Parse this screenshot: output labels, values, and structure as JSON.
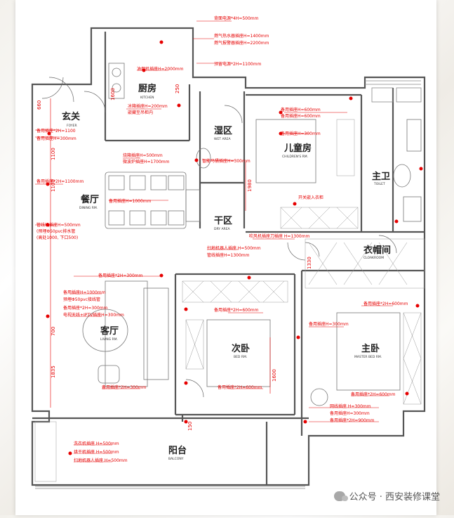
{
  "rooms": {
    "foyer": {
      "cn": "玄关",
      "en": "FOYER"
    },
    "kitchen": {
      "cn": "厨房",
      "en": "KITCHEN"
    },
    "wet": {
      "cn": "湿区",
      "en": "WET AREA"
    },
    "children": {
      "cn": "儿童房",
      "en": "CHILDREN'S RM."
    },
    "toilet": {
      "cn": "主卫",
      "en": "TOILET"
    },
    "dining": {
      "cn": "餐厅",
      "en": "DINING RM."
    },
    "dry": {
      "cn": "干区",
      "en": "DRY AREA"
    },
    "cloak": {
      "cn": "衣帽间",
      "en": "CLOAKROOM"
    },
    "living": {
      "cn": "客厅",
      "en": "LIVING RM."
    },
    "bed": {
      "cn": "次卧",
      "en": "BED RM."
    },
    "master": {
      "cn": "主卧",
      "en": "MASTER BED RM."
    },
    "balcony": {
      "cn": "阳台",
      "en": "BALCONY"
    }
  },
  "annotations": {
    "a1": "背面电源*4H=500mm",
    "a2": "燃气热水器插座H=1400mm",
    "a3": "燃气报警器插座H=2200mm",
    "a4": "油烟机插座H=2000mm",
    "a5": "预留电源*2H=1100mm",
    "a6": "冰箱插座H=200mm",
    "a7": "嵌藏至吊柜内",
    "a8": "备用插座*2H=1100",
    "a9": "备用插座H=300mm",
    "a10": "烧箱插座H=500mm",
    "a11": "微波炉插座H=1700mm",
    "a12": "智能马桶插座H=300mm",
    "a13": "备用插座H=600mm",
    "a14": "备用插座H=600mm",
    "a15": "备用插座H=300mm",
    "a16": "备用插座*2H=1100mm",
    "a17": "备用插座H=1000mm",
    "a18": "管线机插座H=500mm",
    "a19": "(预埋Φ50pvc排水管",
    "a20": "(高处1000, 下口500)",
    "a21": "开关嵌入衣柜",
    "a22": "吹风机插座刀插座 H=1300mm",
    "a23": "扫地机器人插座 H=500mm",
    "a24": "管线插座H=1300mm",
    "a25": "备用插座*2H=300mm",
    "a26": "备用插座H=1000mm",
    "a27": "预埋Φ50pvc接线管",
    "a28": "备用插座*2H=300mm",
    "a29": "电视天线+IPTV插座H=300mm",
    "a30": "备用插座*2H=600mm",
    "a31": "备用插座*2H=600mm",
    "a32": "备用插座H=300mm",
    "a33": "备用插座*2H=300mm",
    "a34": "备用插座*2H=600mm",
    "a35": "备用插座*2H=600mm",
    "a36": "网线插座 H=300mm",
    "a37": "备用插座H=300mm",
    "a38": "备用插座*2H=900mm",
    "a39": "洗衣机插座 H=500mm",
    "a40": "烘干机插座 H=500mm",
    "a41": "扫地机器人插座 H=500mm"
  },
  "dims": {
    "d1": "660",
    "d2": "1100",
    "d3": "1100",
    "d4": "700",
    "d5": "1835",
    "d6": "1600",
    "d7": "1980",
    "d8": "150",
    "d9": "1600",
    "d10": "250",
    "d11": "1330"
  },
  "footer": {
    "text": "公众号 · 西安装修课堂",
    "icon": "wechat-icon"
  },
  "colors": {
    "wall": "#555555",
    "annotation": "#e60000",
    "furniture": "#7a7a7a"
  }
}
